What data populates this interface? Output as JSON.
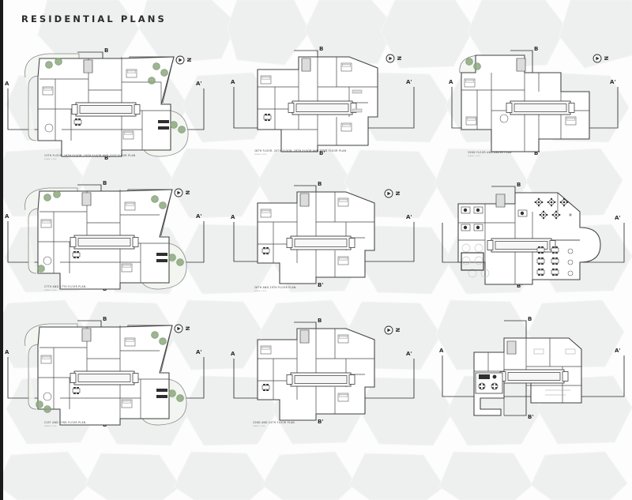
{
  "board": {
    "title": "RESIDENTIAL PLANS",
    "background_color": "#fdfdfd",
    "edge_color": "#1a1a1a",
    "line_color": "#3f3f3f",
    "faint_line_color": "#b9b9b9",
    "texture_color": "#eef0ef",
    "green_canopy": "#8ca97e",
    "green_canopy_dark": "#6f8c63",
    "green_lawn": "#dfe6da"
  },
  "section_marks": {
    "a_left": "A",
    "a_right": "A'",
    "b_top": "B",
    "b_bottom": "B'"
  },
  "north_indicator": {
    "name": "north-arrow",
    "label": "N"
  },
  "plans": [
    {
      "id": "plan-r1c1",
      "caption": "13TH FLOOR, 16TH FLOOR, 19TH FLOOR AND 21ST FLOOR PLAN",
      "scale": "SCALE 1:100",
      "has_landscape": true,
      "has_north": true
    },
    {
      "id": "plan-r1c2",
      "caption": "16TH FLOOR, 20TH FLOOR, 28TH FLOOR AND 32ND FLOOR PLAN",
      "scale": "SCALE 1:100",
      "has_landscape": false,
      "has_north": true
    },
    {
      "id": "plan-r1c3",
      "caption": "32ND FLOOR AND ABOVE PLAN",
      "scale": "SCALE 1:100",
      "has_landscape": true,
      "has_north": true
    },
    {
      "id": "plan-r2c1",
      "caption": "27TH AND 17TH FLOOR PLAN",
      "scale": "SCALE 1:100",
      "has_landscape": true,
      "has_north": true
    },
    {
      "id": "plan-r2c2",
      "caption": "26TH AND 29TH FLOOR PLAN",
      "scale": "SCALE 1:100",
      "has_landscape": false,
      "has_north": true
    },
    {
      "id": "plan-r2c3",
      "caption": "",
      "scale": "",
      "has_landscape": false,
      "has_north": false
    },
    {
      "id": "plan-r3c1",
      "caption": "21ST AND 23RD FLOOR PLAN",
      "scale": "SCALE 1:100",
      "has_landscape": true,
      "has_north": true
    },
    {
      "id": "plan-r3c2",
      "caption": "22ND AND 24TH FLOOR PLAN",
      "scale": "SCALE 1:100",
      "has_landscape": false,
      "has_north": true
    },
    {
      "id": "plan-r3c3",
      "caption": "",
      "scale": "",
      "has_landscape": false,
      "has_north": false
    }
  ]
}
